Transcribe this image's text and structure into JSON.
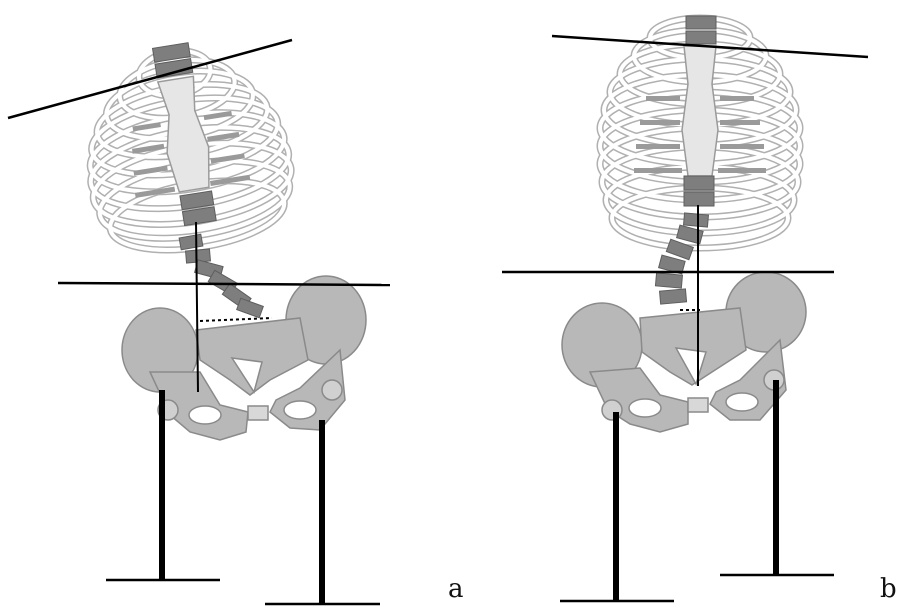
{
  "figure": {
    "panels": [
      {
        "id": "a",
        "label": "a"
      },
      {
        "id": "b",
        "label": "b"
      }
    ]
  },
  "colors": {
    "bone_fill": "#b8b8b8",
    "bone_stroke": "#8a8a8a",
    "vertebra_fill": "#7e7e7e",
    "rib_fill": "#ffffff",
    "rib_stroke": "#b0b0b0",
    "sternum_fill": "#e6e6e6",
    "line": "#000000"
  }
}
